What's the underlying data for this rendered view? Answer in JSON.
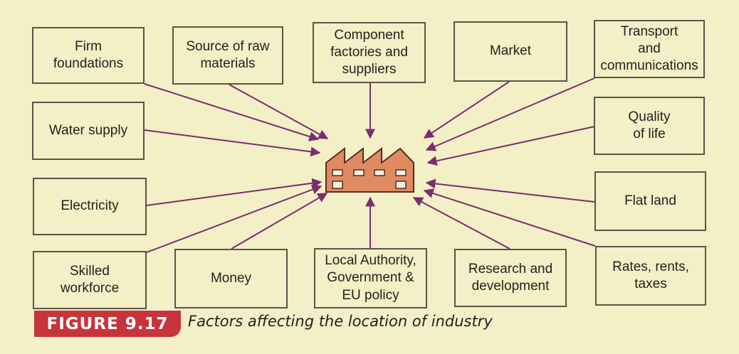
{
  "factors": [
    {
      "id": "firm",
      "label": "Firm\nfoundations"
    },
    {
      "id": "raw",
      "label": "Source of raw\nmaterials"
    },
    {
      "id": "component",
      "label": "Component\nfactories and\nsuppliers"
    },
    {
      "id": "market",
      "label": "Market"
    },
    {
      "id": "transport",
      "label": "Transport\nand\ncommunications"
    },
    {
      "id": "water",
      "label": "Water supply"
    },
    {
      "id": "quality",
      "label": "Quality\nof life"
    },
    {
      "id": "electricity",
      "label": "Electricity"
    },
    {
      "id": "flat",
      "label": "Flat land"
    },
    {
      "id": "skilled",
      "label": "Skilled\nworkforce"
    },
    {
      "id": "money",
      "label": "Money"
    },
    {
      "id": "local",
      "label": "Local Authority,\nGovernment &\nEU policy"
    },
    {
      "id": "research",
      "label": "Research and\ndevelopment"
    },
    {
      "id": "rates",
      "label": "Rates, rents,\ntaxes"
    }
  ],
  "figure": {
    "number": "FIGURE 9.17",
    "caption": "Factors affecting the location of industry"
  },
  "colors": {
    "background": "#f3efc6",
    "arrow": "#7b2d6e",
    "factory_fill": "#e08a62",
    "label_bg": "#c8343c"
  },
  "icons": {
    "center": "factory-icon"
  }
}
